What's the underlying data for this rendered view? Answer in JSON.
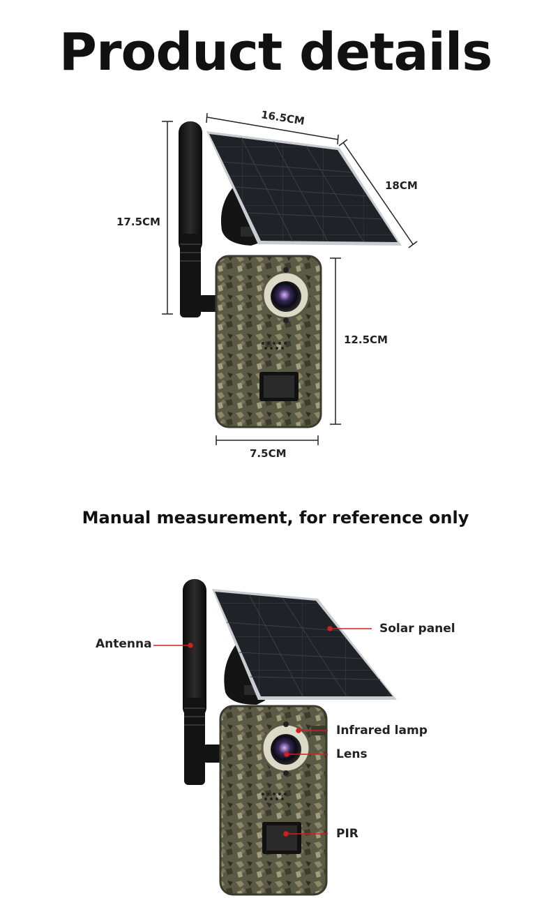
{
  "header": {
    "title": "Product details"
  },
  "dimensions": {
    "panel_width": "16.5CM",
    "panel_height": "18CM",
    "total_height": "17.5CM",
    "camera_height": "12.5CM",
    "camera_width": "7.5CM"
  },
  "note": "Manual measurement, for reference only",
  "callouts": {
    "antenna": "Antenna",
    "solar_panel": "Solar panel",
    "infrared_lamp": "Infrared lamp",
    "lens": "Lens",
    "pir": "PIR"
  },
  "colors": {
    "callout_line": "#d21f1f",
    "dimension_line": "#222222",
    "panel": "#1e2226",
    "camo_base": "#5b5a45"
  }
}
